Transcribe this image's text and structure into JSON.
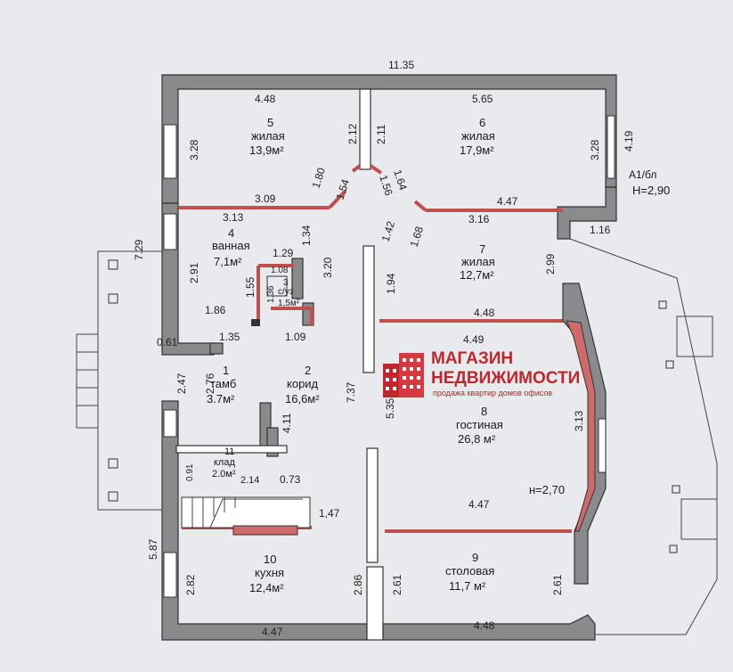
{
  "dimensions": {
    "top_total": "11.35",
    "r5_top": "4.48",
    "r6_top": "5.65",
    "r5_h1": "2.12",
    "r6_h1": "2.11",
    "r5_left": "3.28",
    "r6_right": "3.28",
    "outer_right": "4.19",
    "corr_180": "1.80",
    "corr_164": "1.64",
    "corr_154": "1.54",
    "corr_156": "1.56",
    "r5_bottom": "3.09",
    "r6_bottom": "4.47",
    "bath_top": "3.13",
    "r7_top": "3.16",
    "bath_134": "1.34",
    "corr_142": "1.42",
    "corr_168": "1.68",
    "left_729": "7.29",
    "bath_left": "2.91",
    "wc_129": "1.29",
    "wc_320": "3.20",
    "wc_108": "1.08",
    "wc_155": "1.55",
    "wc_136": "1.36",
    "r7_left": "1.94",
    "r7_right": "2.99",
    "r7_116": "1.16",
    "bath_186": "1.86",
    "left_061": "0.61",
    "bath_135": "1.35",
    "wc_109": "1.09",
    "r7_bottom": "4.48",
    "lr_top": "4.49",
    "tamb_247": "2.47",
    "tamb_276": "2.76",
    "corr_737": "7.37",
    "lr_left": "5.35",
    "corr_411": "4.11",
    "lr_right": "3.13",
    "klad_091": "0.91",
    "klad_214": "2.14",
    "klad_073": "0.73",
    "lr_bottom": "4.47",
    "corr_147": "1,47",
    "left_587": "5.87",
    "kitchen_left": "2.82",
    "kitchen_286": "2.86",
    "dining_left": "2.61",
    "dining_right": "2.61",
    "kitchen_bottom": "4.47",
    "dining_bottom": "4.48"
  },
  "rooms": {
    "r5": {
      "num": "5",
      "name": "жилая",
      "area": "13,9м²"
    },
    "r6": {
      "num": "6",
      "name": "жилая",
      "area": "17,9м²"
    },
    "r4": {
      "num": "4",
      "name": "ванная",
      "area": "7,1м²"
    },
    "r3": {
      "num": "3",
      "name": "с/уз",
      "area": "1,5м²"
    },
    "r7": {
      "num": "7",
      "name": "жилая",
      "area": "12,7м²"
    },
    "r1": {
      "num": "1",
      "name": "тамб",
      "area": "3.7м²"
    },
    "r2": {
      "num": "2",
      "name": "корид",
      "area": "16,6м²"
    },
    "r8": {
      "num": "8",
      "name": "гостиная",
      "area": "26,8 м²"
    },
    "r11": {
      "num": "11",
      "name": "клад",
      "area": "2.0м²"
    },
    "r10": {
      "num": "10",
      "name": "кухня",
      "area": "12,4м²"
    },
    "r9": {
      "num": "9",
      "name": "столовая",
      "area": "11,7 м²"
    }
  },
  "notes": {
    "mark": "A1/бл",
    "height_main": "H=2,90",
    "height_lr": "н=2,70"
  },
  "watermark": {
    "line1": "МАГАЗИН",
    "line2": "НЕДВИЖИМОСТИ",
    "line3": "продажа квартир домов офисов",
    "color": "#c0272d"
  }
}
